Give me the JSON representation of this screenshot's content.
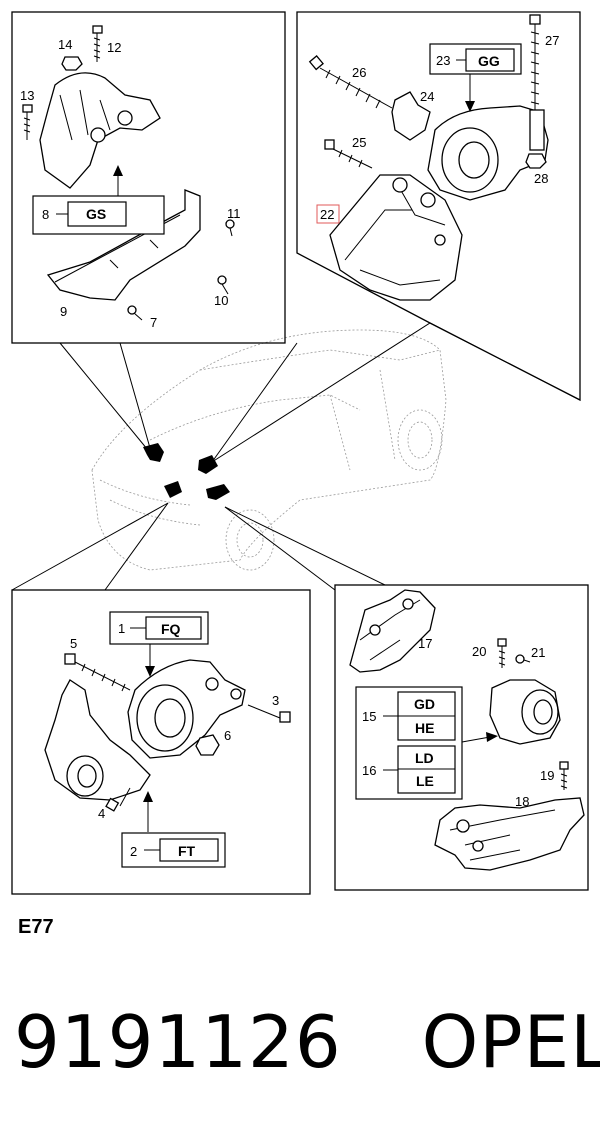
{
  "panels": {
    "top_left": {
      "callouts": [
        "14",
        "12",
        "13",
        "11",
        "10",
        "9",
        "7"
      ],
      "code_box": {
        "index": "8",
        "code": "GS"
      }
    },
    "top_right": {
      "callouts": [
        "26",
        "27",
        "24",
        "25",
        "28"
      ],
      "code_box": {
        "index": "23",
        "code": "GG"
      },
      "highlight": {
        "label": "22",
        "color": "#e05a5a"
      }
    },
    "bottom_left": {
      "callouts": [
        "5",
        "3",
        "6",
        "4"
      ],
      "code_box_top": {
        "index": "1",
        "code": "FQ"
      },
      "code_box_bottom": {
        "index": "2",
        "code": "FT"
      }
    },
    "bottom_right": {
      "callouts": [
        "17",
        "20",
        "21",
        "19",
        "18"
      ],
      "group_15": {
        "index": "15",
        "codes": [
          "GD",
          "HE"
        ]
      },
      "group_16": {
        "index": "16",
        "codes": [
          "LD",
          "LE"
        ]
      }
    }
  },
  "footer": {
    "reference": "E77",
    "part_number": "9191126",
    "brand": "OPEL"
  }
}
